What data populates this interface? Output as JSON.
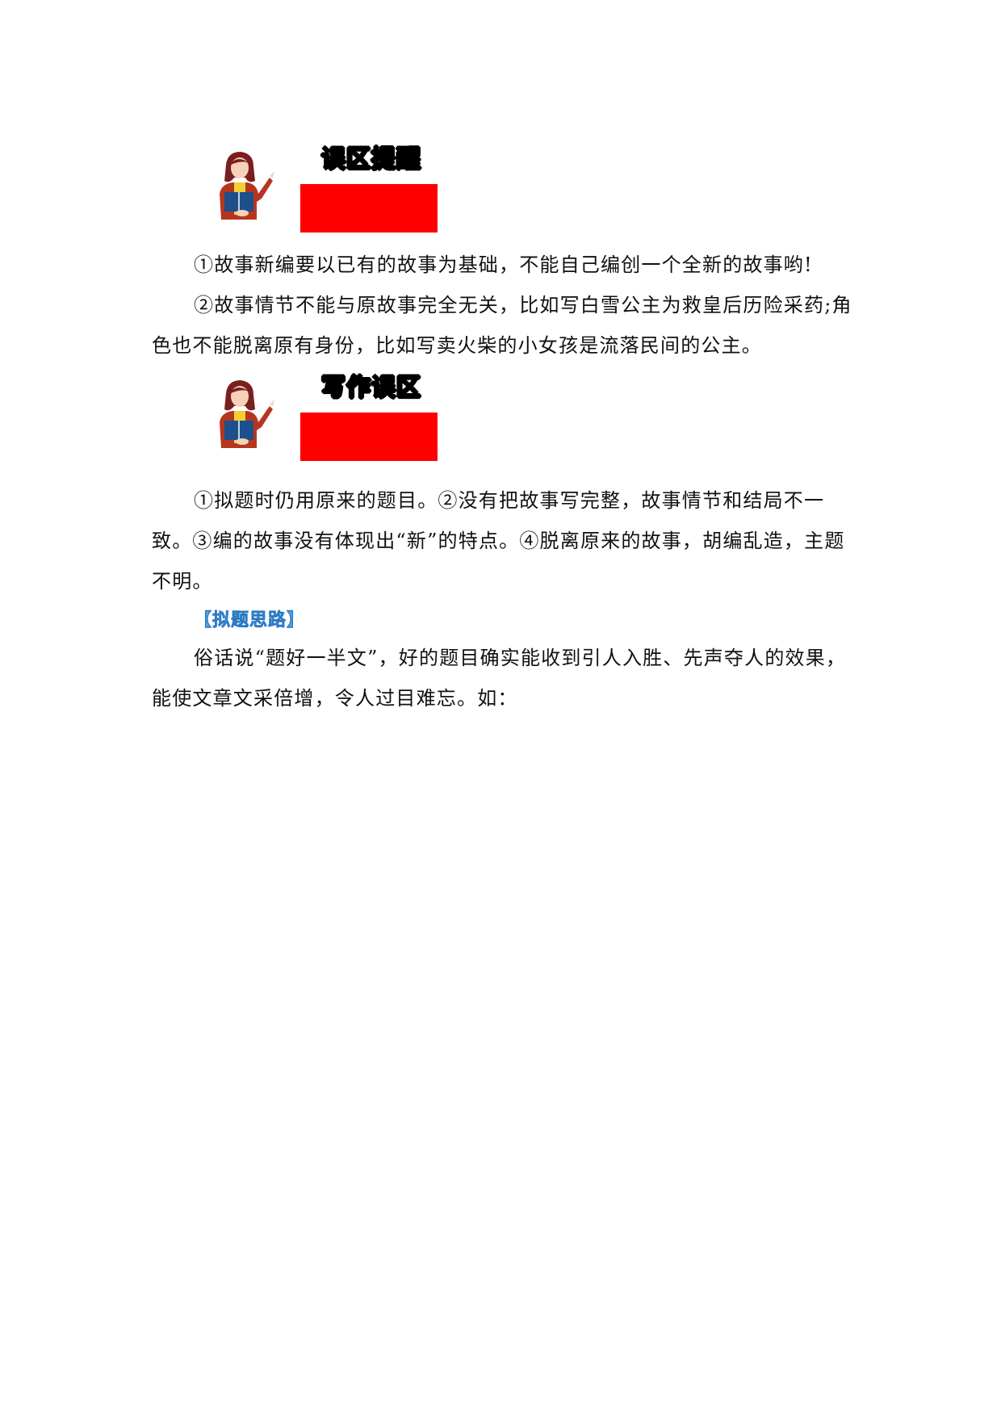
{
  "banners": [
    {
      "title": "误区提醒",
      "icon": "teacher-with-book",
      "accent": "#ff0000"
    },
    {
      "title": "写作误区",
      "icon": "teacher-with-book",
      "accent": "#ff0000"
    }
  ],
  "section1": {
    "paragraphs": [
      "①故事新编要以已有的故事为基础，不能自己编创一个全新的故事哟!",
      "②故事情节不能与原故事完全无关，比如写白雪公主为救皇后历险采药;角色也不能脱离原有身份，比如写卖火柴的小女孩是流落民间的公主。"
    ]
  },
  "section2": {
    "paragraphs": [
      "①拟题时仍用原来的题目。②没有把故事写完整，故事情节和结局不一致。③编的故事没有体现出“新”的特点。④脱离原来的故事，胡编乱造，主题不明。"
    ]
  },
  "section3": {
    "title": "【拟题思路】",
    "title_color": "#5aa9e6",
    "paragraphs": [
      "俗话说“题好一半文”，好的题目确实能收到引人入胜、先声夺人的效果，能使文章文采倍增，令人过目难忘。如："
    ]
  }
}
